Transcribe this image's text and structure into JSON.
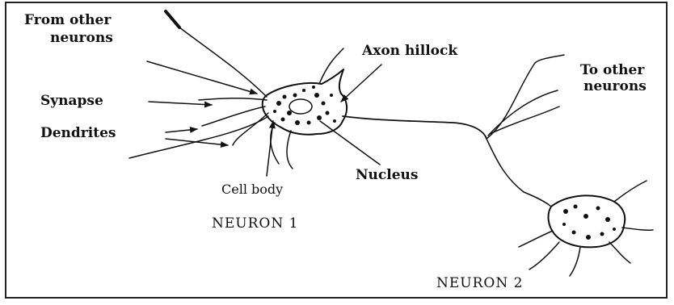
{
  "labels": {
    "from_other_line1": "From other",
    "from_other_line2": "neurons",
    "synapse": "Synapse",
    "dendrites": "Dendrites",
    "axon_hillock": "Axon hillock",
    "to_other_line1": "To other",
    "to_other_line2": "neurons",
    "cell_body": "Cell body",
    "nucleus": "Nucleus",
    "neuron1": "NEURON 1",
    "neuron2": "NEURON 2"
  }
}
